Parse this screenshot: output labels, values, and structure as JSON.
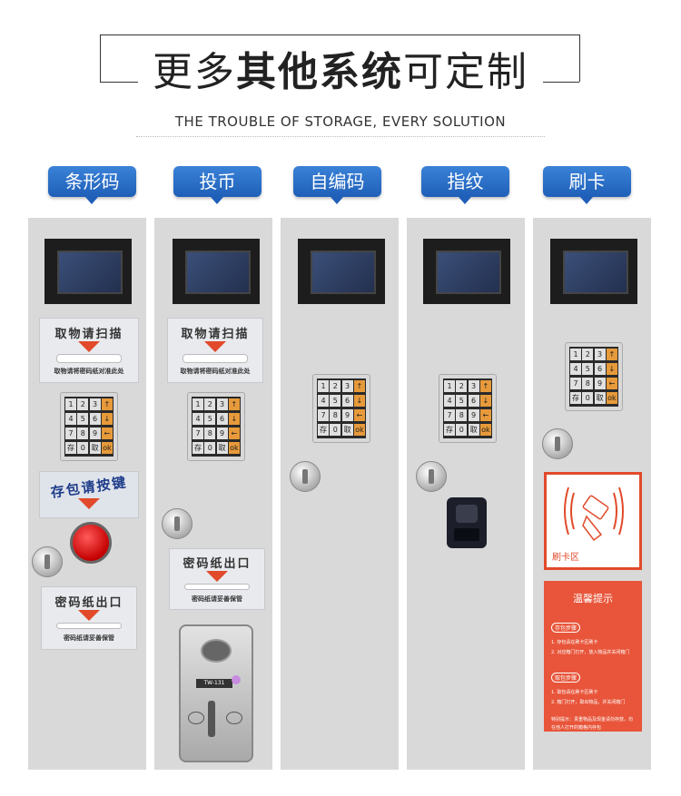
{
  "header": {
    "title_light_1": "更多",
    "title_bold": "其他系统",
    "title_light_2": "可定制",
    "subtitle": "THE TROUBLE OF STORAGE, EVERY SOLUTION"
  },
  "tags": [
    "条形码",
    "投币",
    "自编码",
    "指纹",
    "刷卡"
  ],
  "keypad": {
    "keys": [
      "1",
      "2",
      "3",
      "↑",
      "4",
      "5",
      "6",
      "↓",
      "7",
      "8",
      "9",
      "←",
      "存",
      "0",
      "取",
      "ok"
    ]
  },
  "barcode_panel": {
    "scan_title": "取物请扫描",
    "scan_sub": "取物请将密码纸对准此处",
    "press_title": "存包请按键",
    "paper_title": "密码纸出口",
    "paper_sub": "密码纸请妥善保管"
  },
  "coin_panel": {
    "scan_title": "取物请扫描",
    "scan_sub": "取物请将密码纸对准此处",
    "paper_title": "密码纸出口",
    "paper_sub": "密码纸请妥善保管",
    "coin_model": "TW-131"
  },
  "card_panel": {
    "zone_label": "刷卡区",
    "tips_title": "温馨提示",
    "store_pill": "存包步骤",
    "store_1": "1. 存包请在刷卡区刷卡",
    "store_2": "2. 对应箱门打开，放入物品并关闭箱门",
    "take_pill": "取包步骤",
    "take_1": "1. 取包请在刷卡区刷卡",
    "take_2": "2. 箱门打开，取出物品，并关闭箱门",
    "note": "特别提示：贵重物品及现金请勿存放，勿在他人打开的箱格内存包"
  },
  "colors": {
    "tag_blue": "#1f5fb8",
    "panel_gray": "#d9d9d9",
    "accent_red": "#e14a2a",
    "key_orange": "#e79a3a"
  }
}
